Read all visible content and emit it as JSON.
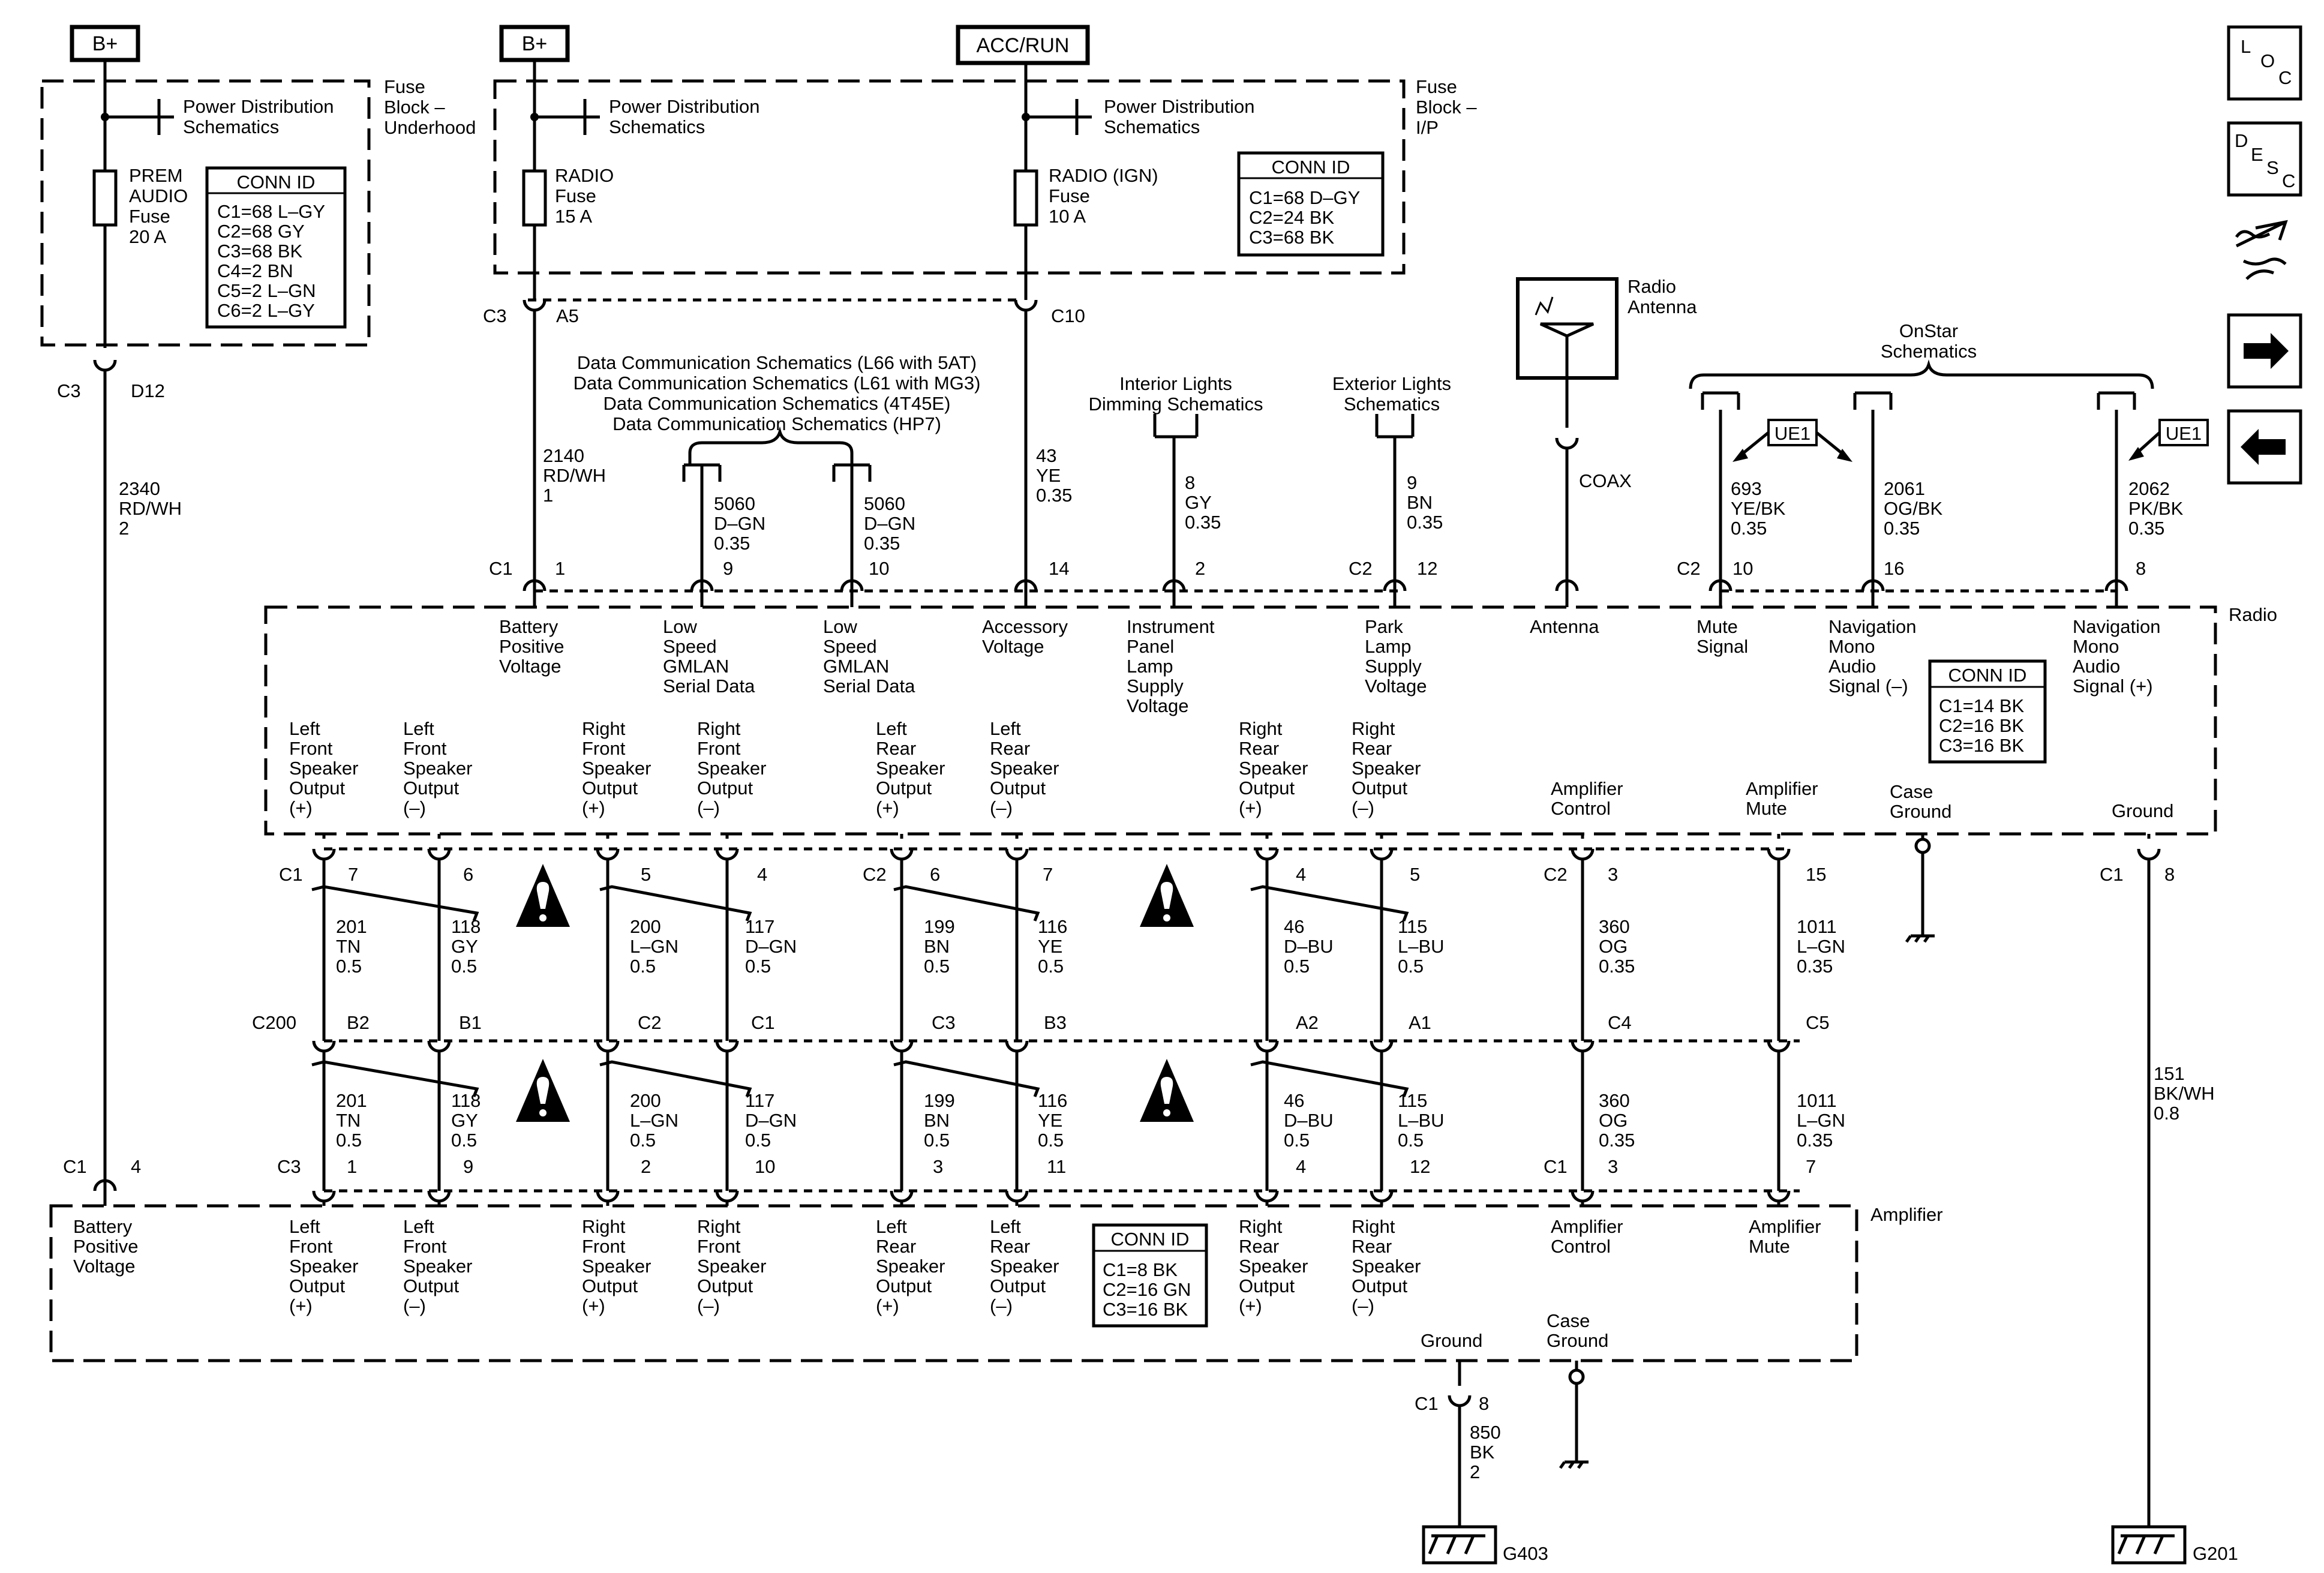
{
  "power": {
    "bplus_left": "B+",
    "bplus_mid": "B+",
    "acc_run": "ACC/RUN",
    "pds_left": [
      "Power Distribution",
      "Schematics"
    ],
    "pds_mid": [
      "Power Distribution",
      "Schematics"
    ],
    "pds_right": [
      "Power Distribution",
      "Schematics"
    ],
    "fb_underhood": [
      "Fuse",
      "Block –",
      "Underhood"
    ],
    "fb_ip": [
      "Fuse",
      "Block –",
      "I/P"
    ],
    "fuse_prem": [
      "PREM",
      "AUDIO",
      "Fuse",
      "20 A"
    ],
    "fuse_radio": [
      "RADIO",
      "Fuse",
      "15 A"
    ],
    "fuse_radio_ign": [
      "RADIO (IGN)",
      "Fuse",
      "10 A"
    ],
    "conn_uh": [
      "CONN ID",
      "C1=68 L–GY",
      "C2=68 GY",
      "C3=68 BK",
      "C4=2 BN",
      "C5=2 L–GN",
      "C6=2 L–GY"
    ],
    "conn_ip": [
      "CONN ID",
      "C1=68 D–GY",
      "C2=24 BK",
      "C3=68 BK"
    ]
  },
  "fuse_out": {
    "left": [
      "C3",
      "D12"
    ],
    "mid": [
      "C3",
      "A5"
    ],
    "right": "C10"
  },
  "wires_top": {
    "w2340": [
      "2340",
      "RD/WH",
      "2"
    ],
    "w2140": [
      "2140",
      "RD/WH",
      "1"
    ],
    "w5060a": [
      "5060",
      "D–GN",
      "0.35"
    ],
    "w5060b": [
      "5060",
      "D–GN",
      "0.35"
    ],
    "w43": [
      "43",
      "YE",
      "0.35"
    ],
    "w8": [
      "8",
      "GY",
      "0.35"
    ],
    "w9": [
      "9",
      "BN",
      "0.35"
    ],
    "coax": "COAX",
    "w693": [
      "693",
      "YE/BK",
      "0.35"
    ],
    "w2061": [
      "2061",
      "OG/BK",
      "0.35"
    ],
    "w2062": [
      "2062",
      "PK/BK",
      "0.35"
    ]
  },
  "refs": {
    "data_comm": [
      "Data Communication Schematics (L66 with 5AT)",
      "Data Communication Schematics (L61 with MG3)",
      "Data Communication Schematics (4T45E)",
      "Data Communication Schematics (HP7)"
    ],
    "interior": [
      "Interior Lights",
      "Dimming Schematics"
    ],
    "exterior": [
      "Exterior Lights",
      "Schematics"
    ],
    "antenna": [
      "Radio",
      "Antenna"
    ],
    "onstar": [
      "OnStar",
      "Schematics"
    ],
    "ue1_a": "UE1",
    "ue1_b": "UE1"
  },
  "radio_pins": {
    "c1": "C1",
    "p1": "1",
    "p9": "9",
    "p10": "10",
    "p14": "14",
    "p2": "2",
    "c2": "C2",
    "p12": "12",
    "c2b": "C2",
    "p10b": "10",
    "p16": "16",
    "p8": "8"
  },
  "radio": {
    "label": "Radio",
    "top": {
      "bat": [
        "Battery",
        "Positive",
        "Voltage"
      ],
      "lsg1": [
        "Low",
        "Speed",
        "GMLAN",
        "Serial Data"
      ],
      "lsg2": [
        "Low",
        "Speed",
        "GMLAN",
        "Serial Data"
      ],
      "acc": [
        "Accessory",
        "Voltage"
      ],
      "ip": [
        "Instrument",
        "Panel",
        "Lamp",
        "Supply",
        "Voltage"
      ],
      "park": [
        "Park",
        "Lamp",
        "Supply",
        "Voltage"
      ],
      "ant": "Antenna",
      "mute": [
        "Mute",
        "Signal"
      ],
      "navm": [
        "Navigation",
        "Mono",
        "Audio",
        "Signal (–)"
      ],
      "navp": [
        "Navigation",
        "Mono",
        "Audio",
        "Signal (+)"
      ]
    },
    "conn": [
      "CONN ID",
      "C1=14 BK",
      "C2=16 BK",
      "C3=16 BK"
    ],
    "bottom": {
      "lfp": [
        "Left",
        "Front",
        "Speaker",
        "Output",
        "(+)"
      ],
      "lfm": [
        "Left",
        "Front",
        "Speaker",
        "Output",
        "(–)"
      ],
      "rfp": [
        "Right",
        "Front",
        "Speaker",
        "Output",
        "(+)"
      ],
      "rfm": [
        "Right",
        "Front",
        "Speaker",
        "Output",
        "(–)"
      ],
      "lrp": [
        "Left",
        "Rear",
        "Speaker",
        "Output",
        "(+)"
      ],
      "lrm": [
        "Left",
        "Rear",
        "Speaker",
        "Output",
        "(–)"
      ],
      "rrp": [
        "Right",
        "Rear",
        "Speaker",
        "Output",
        "(+)"
      ],
      "rrm": [
        "Right",
        "Rear",
        "Speaker",
        "Output",
        "(–)"
      ],
      "ampc": [
        "Amplifier",
        "Control"
      ],
      "ampm": [
        "Amplifier",
        "Mute"
      ],
      "case": [
        "Case",
        "Ground"
      ],
      "gnd": "Ground"
    }
  },
  "radio_out": {
    "c1": "C1",
    "p7": "7",
    "p6": "6",
    "p5": "5",
    "p4": "4",
    "c2": "C2",
    "p6b": "6",
    "p7b": "7",
    "p4b": "4",
    "p5b": "5",
    "c2c": "C2",
    "p3": "3",
    "p15": "15",
    "c1g": "C1",
    "p8": "8"
  },
  "wires_mid": {
    "w201": [
      "201",
      "TN",
      "0.5"
    ],
    "w118": [
      "118",
      "GY",
      "0.5"
    ],
    "w200": [
      "200",
      "L–GN",
      "0.5"
    ],
    "w117": [
      "117",
      "D–GN",
      "0.5"
    ],
    "w199": [
      "199",
      "BN",
      "0.5"
    ],
    "w116": [
      "116",
      "YE",
      "0.5"
    ],
    "w46": [
      "46",
      "D–BU",
      "0.5"
    ],
    "w115": [
      "115",
      "L–BU",
      "0.5"
    ],
    "w360": [
      "360",
      "OG",
      "0.35"
    ],
    "w1011": [
      "1011",
      "L–GN",
      "0.35"
    ],
    "w151": [
      "151",
      "BK/WH",
      "0.8"
    ]
  },
  "c200": {
    "label": "C200",
    "pins": [
      "B2",
      "B1",
      "C2",
      "C1",
      "C3",
      "B3",
      "A2",
      "A1",
      "C4",
      "C5"
    ]
  },
  "wires_low": {
    "w201": [
      "201",
      "TN",
      "0.5"
    ],
    "w118": [
      "118",
      "GY",
      "0.5"
    ],
    "w200": [
      "200",
      "L–GN",
      "0.5"
    ],
    "w117": [
      "117",
      "D–GN",
      "0.5"
    ],
    "w199": [
      "199",
      "BN",
      "0.5"
    ],
    "w116": [
      "116",
      "YE",
      "0.5"
    ],
    "w46": [
      "46",
      "D–BU",
      "0.5"
    ],
    "w115": [
      "115",
      "L–BU",
      "0.5"
    ],
    "w360": [
      "360",
      "OG",
      "0.35"
    ],
    "w1011": [
      "1011",
      "L–GN",
      "0.35"
    ]
  },
  "amp_pins": {
    "c1": "C1",
    "p4": "4",
    "c3": "C3",
    "p1": "1",
    "p9": "9",
    "p2": "2",
    "p10": "10",
    "p3": "3",
    "p11": "11",
    "p4b": "4",
    "p12": "12",
    "c1b": "C1",
    "p3b": "3",
    "p7": "7"
  },
  "amp": {
    "label": "Amplifier",
    "bat": [
      "Battery",
      "Positive",
      "Voltage"
    ],
    "lfp": [
      "Left",
      "Front",
      "Speaker",
      "Output",
      "(+)"
    ],
    "lfm": [
      "Left",
      "Front",
      "Speaker",
      "Output",
      "(–)"
    ],
    "rfp": [
      "Right",
      "Front",
      "Speaker",
      "Output",
      "(+)"
    ],
    "rfm": [
      "Right",
      "Front",
      "Speaker",
      "Output",
      "(–)"
    ],
    "lrp": [
      "Left",
      "Rear",
      "Speaker",
      "Output",
      "(+)"
    ],
    "lrm": [
      "Left",
      "Rear",
      "Speaker",
      "Output",
      "(–)"
    ],
    "rrp": [
      "Right",
      "Rear",
      "Speaker",
      "Output",
      "(+)"
    ],
    "rrm": [
      "Right",
      "Rear",
      "Speaker",
      "Output",
      "(–)"
    ],
    "ampc": [
      "Amplifier",
      "Control"
    ],
    "ampm": [
      "Amplifier",
      "Mute"
    ],
    "conn": [
      "CONN ID",
      "C1=8 BK",
      "C2=16 GN",
      "C3=16 BK"
    ],
    "gnd": "Ground",
    "case": [
      "Case",
      "Ground"
    ]
  },
  "grounds": {
    "amp_conn": [
      "C1",
      "8"
    ],
    "w850": [
      "850",
      "BK",
      "2"
    ],
    "g403": "G403",
    "g201": "G201"
  },
  "nav": {
    "loc": [
      "L",
      "O",
      "C"
    ],
    "desc": [
      "D",
      "E",
      "S",
      "C"
    ]
  }
}
